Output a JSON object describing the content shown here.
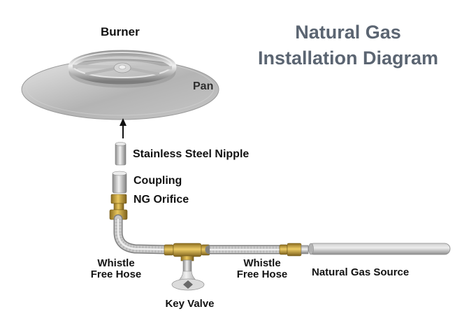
{
  "title": {
    "line1": "Natural Gas",
    "line2": "Installation Diagram"
  },
  "labels": {
    "burner": "Burner",
    "pan": "Pan",
    "nipple": "Stainless Steel Nipple",
    "coupling": "Coupling",
    "ng_orifice": "NG Orifice",
    "whistle_left_line1": "Whistle",
    "whistle_left_line2": "Free Hose",
    "whistle_right_line1": "Whistle",
    "whistle_right_line2": "Free Hose",
    "key_valve": "Key Valve",
    "gas_source": "Natural Gas Source"
  },
  "colors": {
    "title_text": "#5b6572",
    "label_text": "#121212",
    "brass": "#c19a33",
    "steel": "#c6c6c6",
    "pan": "#bcbcbc"
  }
}
